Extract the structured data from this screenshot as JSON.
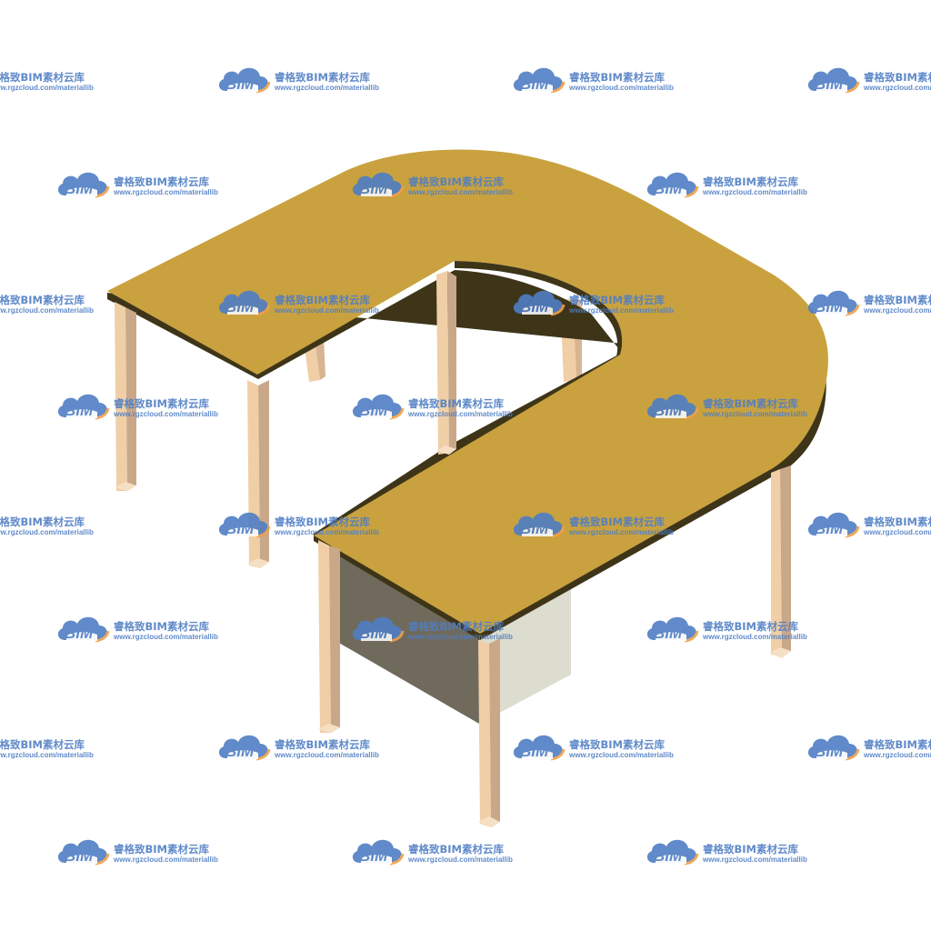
{
  "watermark": {
    "logo_text": "BIM",
    "brand_name": "睿格致BIM素材云库",
    "url": "www.rgzcloud.com/materiallib",
    "brand_color": "#4f7ec4",
    "accent_color": "#f0a04a",
    "icon": "cloud-logo-icon"
  },
  "scene": {
    "subject": "u-shaped-table",
    "top_color": "#c9a23f",
    "edge_color": "#3e3519",
    "leg_color": "#f0cfa7",
    "leg_shadow_color": "#c9a88a",
    "panel_dark_color": "#6f6a5c",
    "panel_light_color": "#dcdccf"
  }
}
